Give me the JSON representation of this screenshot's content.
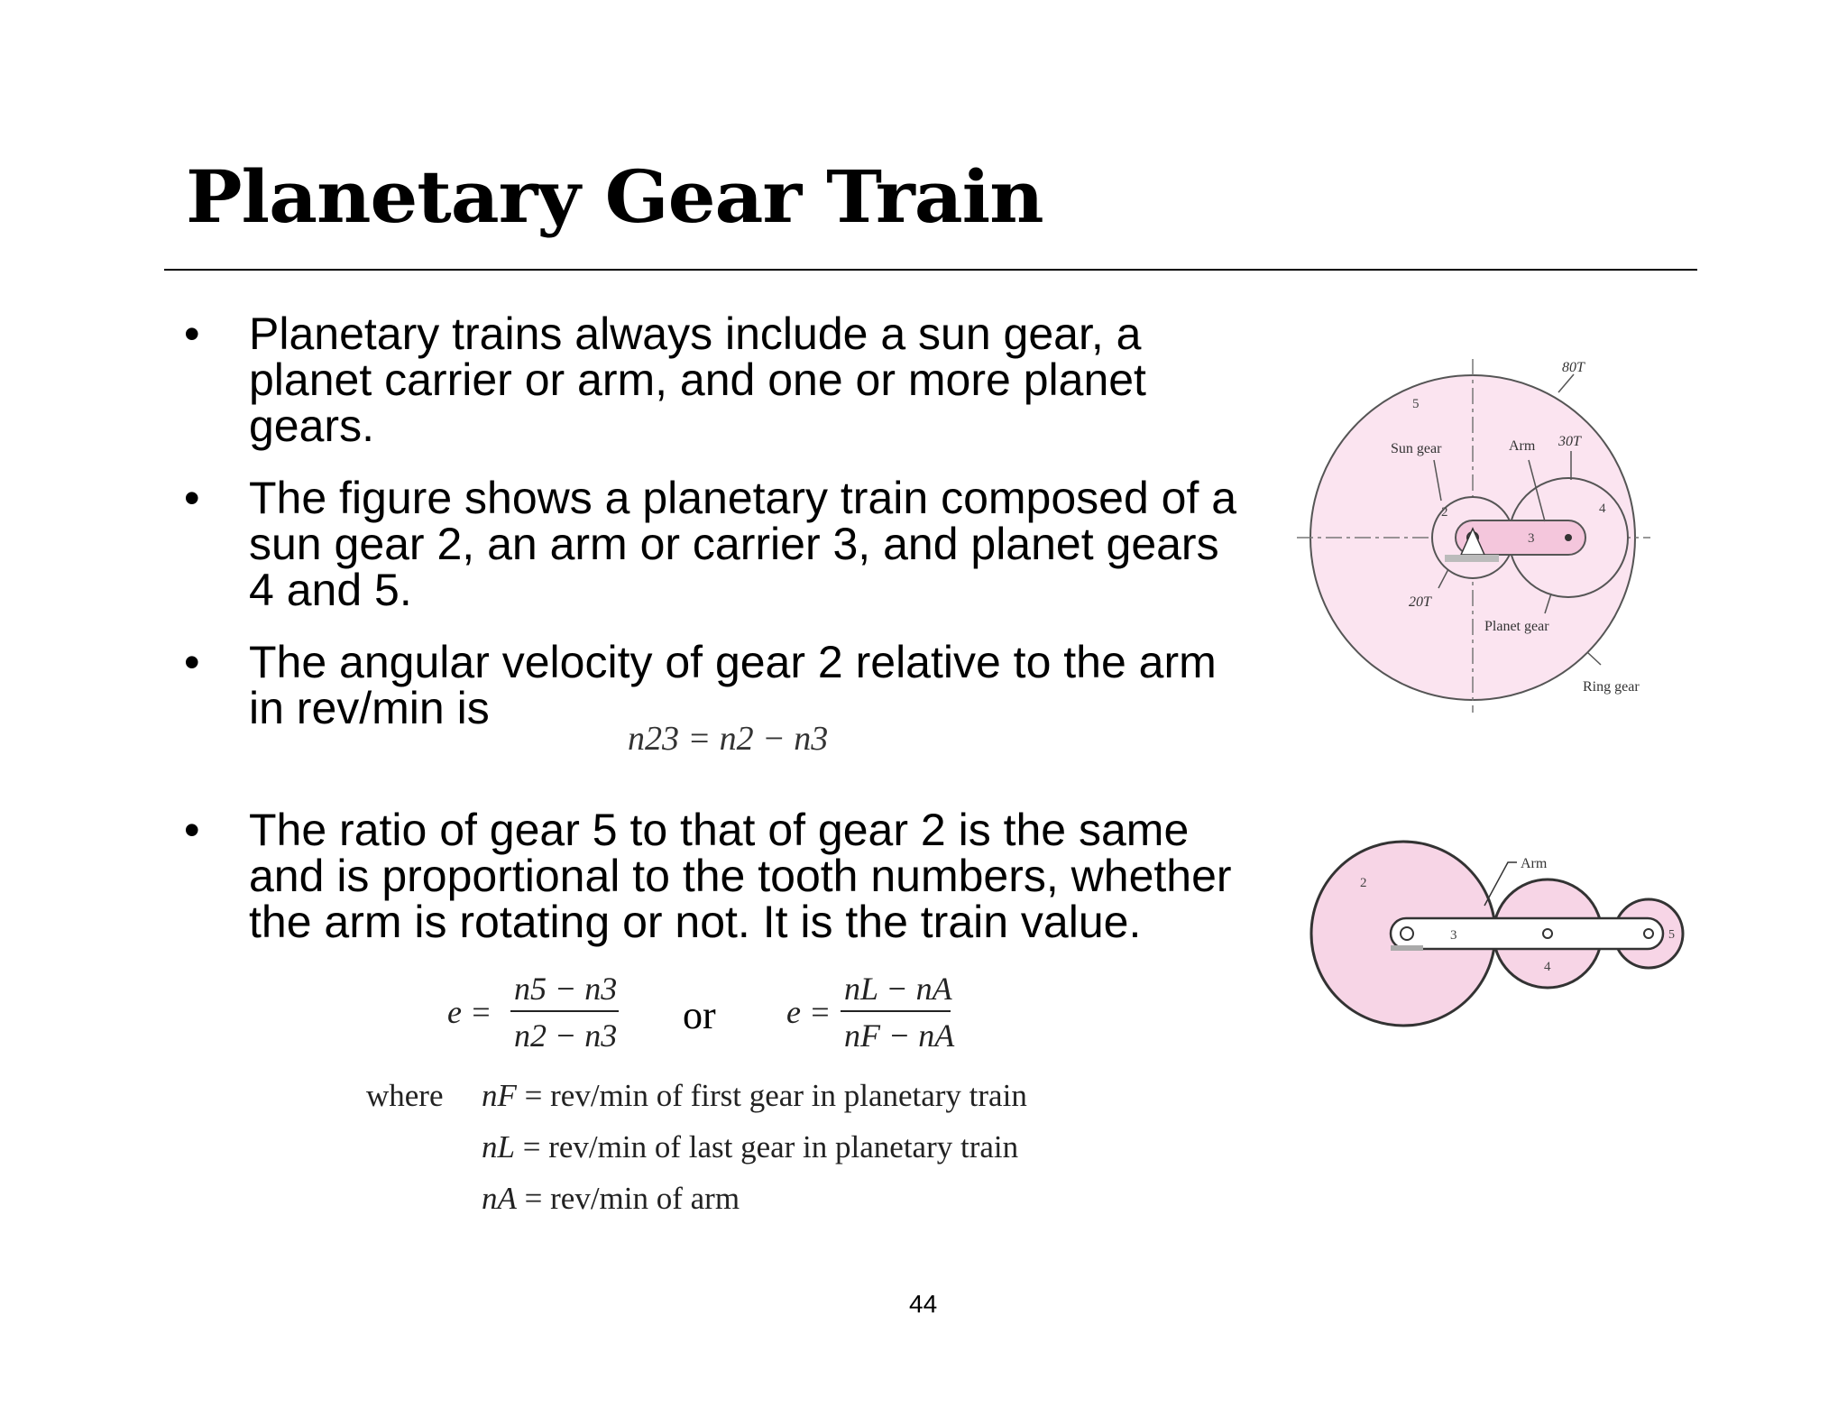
{
  "slide": {
    "title": "Planetary Gear Train",
    "page_number": "44"
  },
  "bullets": [
    {
      "marker": "•",
      "lines": [
        "Planetary trains always include a sun gear, a",
        "planet carrier or arm, and one or more planet",
        "gears."
      ]
    },
    {
      "marker": "•",
      "lines": [
        "The figure shows a planetary train composed of a",
        "sun gear 2, an arm or carrier 3, and planet gears",
        "4 and 5."
      ]
    },
    {
      "marker": "•",
      "lines": [
        "The angular velocity of gear 2 relative to the arm",
        "in rev/min is"
      ]
    },
    {
      "marker": "•",
      "lines": [
        "The ratio of gear 5 to that of gear 2 is the same",
        "and is proportional to the tooth numbers, whether",
        "the arm is rotating or not. It is the train value."
      ]
    }
  ],
  "equations": {
    "relative_velocity": "n23 = n2 − n3",
    "train_value_1": {
      "lhs": "e =",
      "numerator": "n5 − n3",
      "denominator": "n2 − n3"
    },
    "or_word": "or",
    "train_value_2": {
      "lhs": "e =",
      "numerator": "nL − nA",
      "denominator": "nF − nA"
    }
  },
  "definitions": {
    "lead": "where",
    "items": [
      {
        "symbol": "nF",
        "text": "= rev/min of first gear in planetary train"
      },
      {
        "symbol": "nL",
        "text": "= rev/min of last gear in planetary train"
      },
      {
        "symbol": "nA",
        "text": "= rev/min of arm"
      }
    ]
  },
  "figure_top": {
    "labels": {
      "ring_teeth": "80T",
      "planet_teeth": "30T",
      "sun_teeth": "20T",
      "gear5": "5",
      "sun_gear": "Sun gear",
      "arm": "Arm",
      "gear2": "2",
      "gear3": "3",
      "gear4": "4",
      "planet_gear": "Planet gear",
      "ring_gear": "Ring gear"
    },
    "colors": {
      "fill": "#fbe4f0",
      "arm_fill": "#f4c6dc",
      "stroke": "#555555"
    }
  },
  "figure_bottom": {
    "labels": {
      "arm": "Arm",
      "gear2": "2",
      "gear3": "3",
      "gear4": "4",
      "gear5": "5"
    },
    "colors": {
      "fill": "#f7d5e6",
      "stroke": "#333333"
    }
  }
}
